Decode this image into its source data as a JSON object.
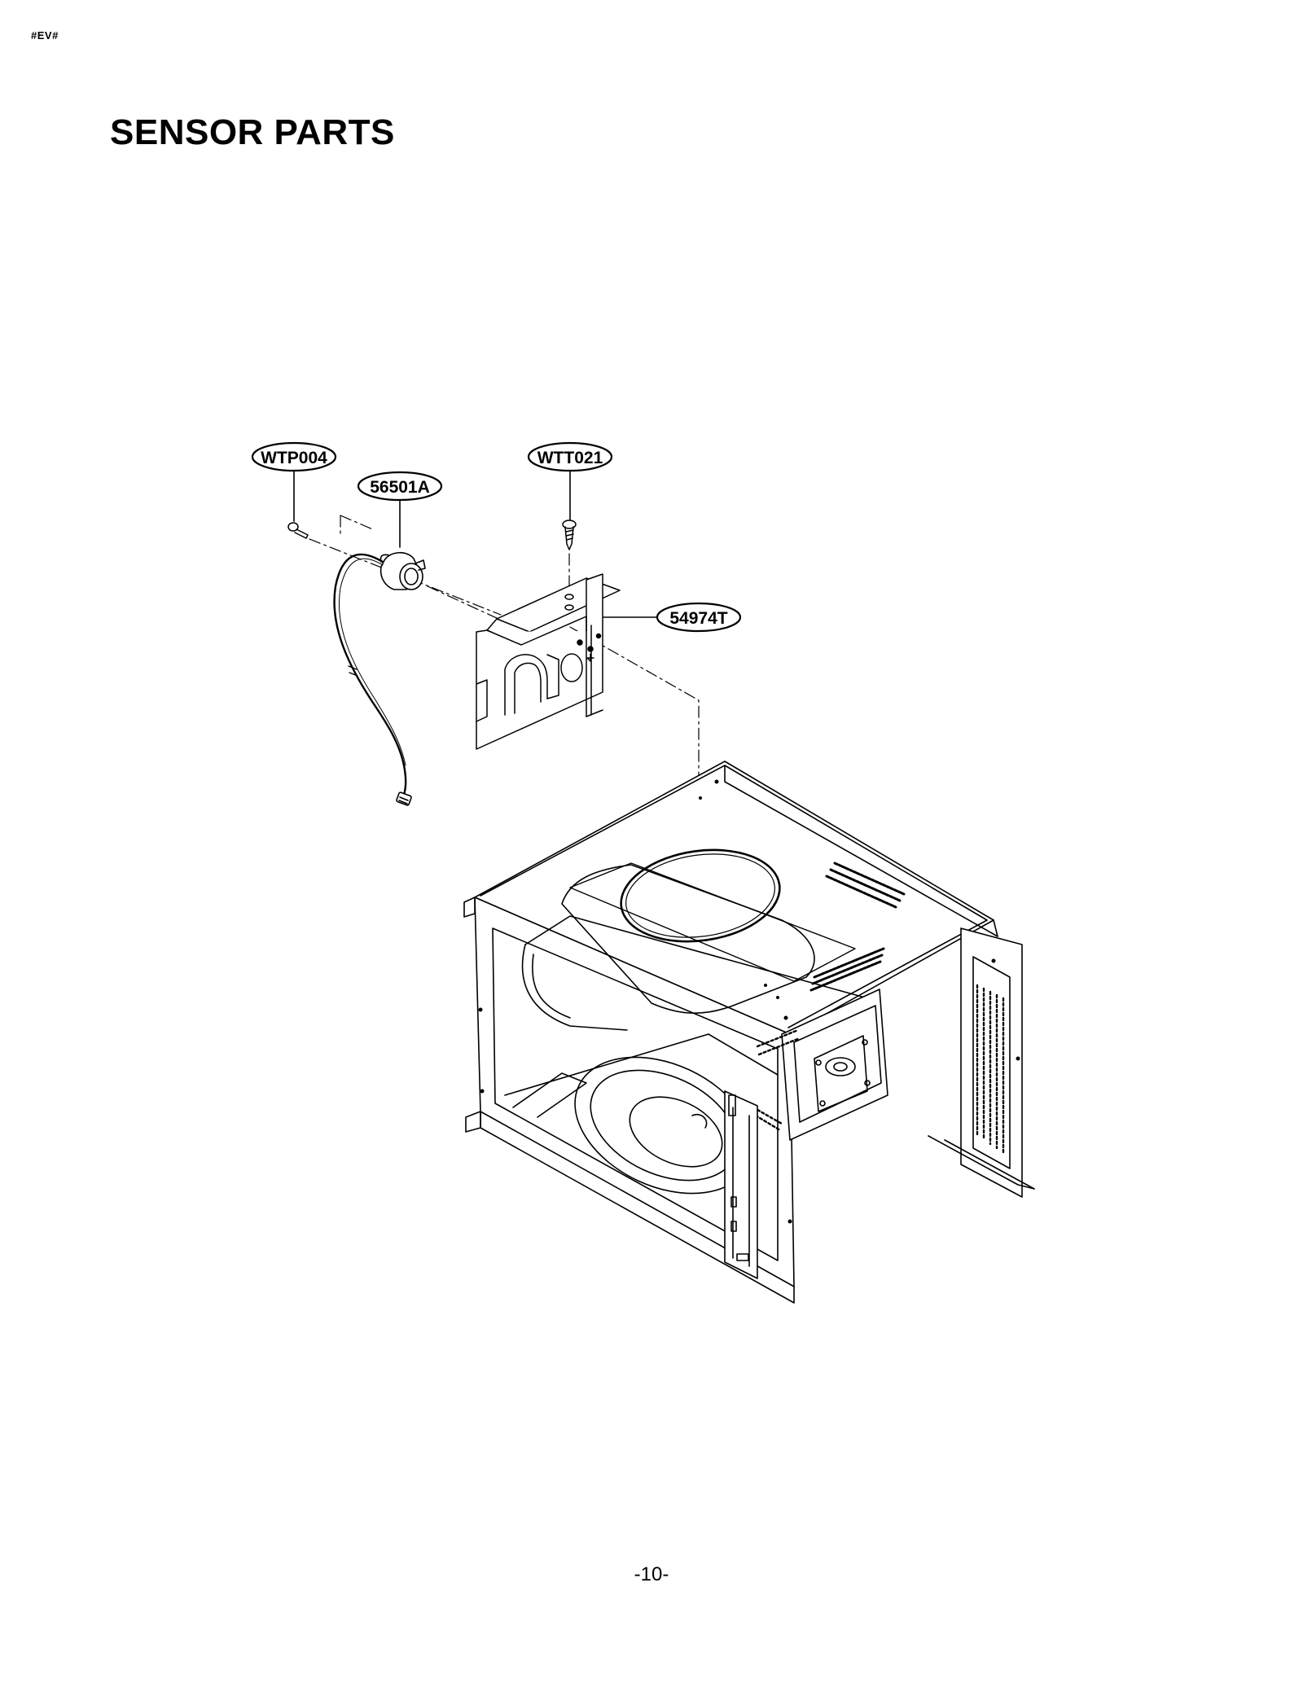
{
  "header": {
    "doc_code": "#EV#"
  },
  "page": {
    "title": "SENSOR PARTS",
    "number": "-10-"
  },
  "parts": [
    {
      "id": "wtp004",
      "label": "WTP004",
      "name": "screw"
    },
    {
      "id": "56501a",
      "label": "56501A",
      "name": "humidity sensor with wire harness"
    },
    {
      "id": "wtt021",
      "label": "WTT021",
      "name": "screw"
    },
    {
      "id": "54974t",
      "label": "54974T",
      "name": "sensor bracket"
    }
  ]
}
